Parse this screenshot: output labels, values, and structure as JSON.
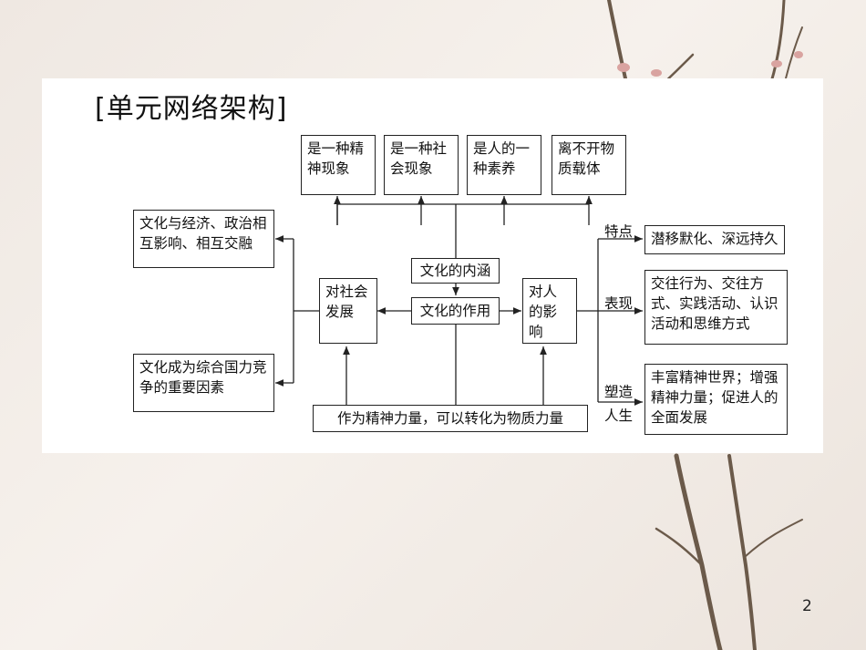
{
  "heading": "[单元网络架构]",
  "page_number": "2",
  "diagram": {
    "top_boxes": [
      {
        "text": "是一种精神现象"
      },
      {
        "text": "是一种社会现象"
      },
      {
        "text": "是人的一种素养"
      },
      {
        "text": "离不开物质载体"
      }
    ],
    "connotation": "文化的内涵",
    "function": "文化的作用",
    "society": "对社会发展",
    "person": "对人的影响",
    "left_boxes": [
      "文化与经济、政治相互影响、相互交融",
      "文化成为综合国力竞争的重要因素"
    ],
    "bottom_box": "作为精神力量，可以转化为物质力量",
    "branch_labels": [
      "特点",
      "表现",
      "塑造人生"
    ],
    "right_boxes": [
      "潜移默化、深远持久",
      "交往行为、交往方式、实践活动、认识活动和思维方式",
      "丰富精神世界；增强精神力量；促进人的全面发展"
    ]
  }
}
